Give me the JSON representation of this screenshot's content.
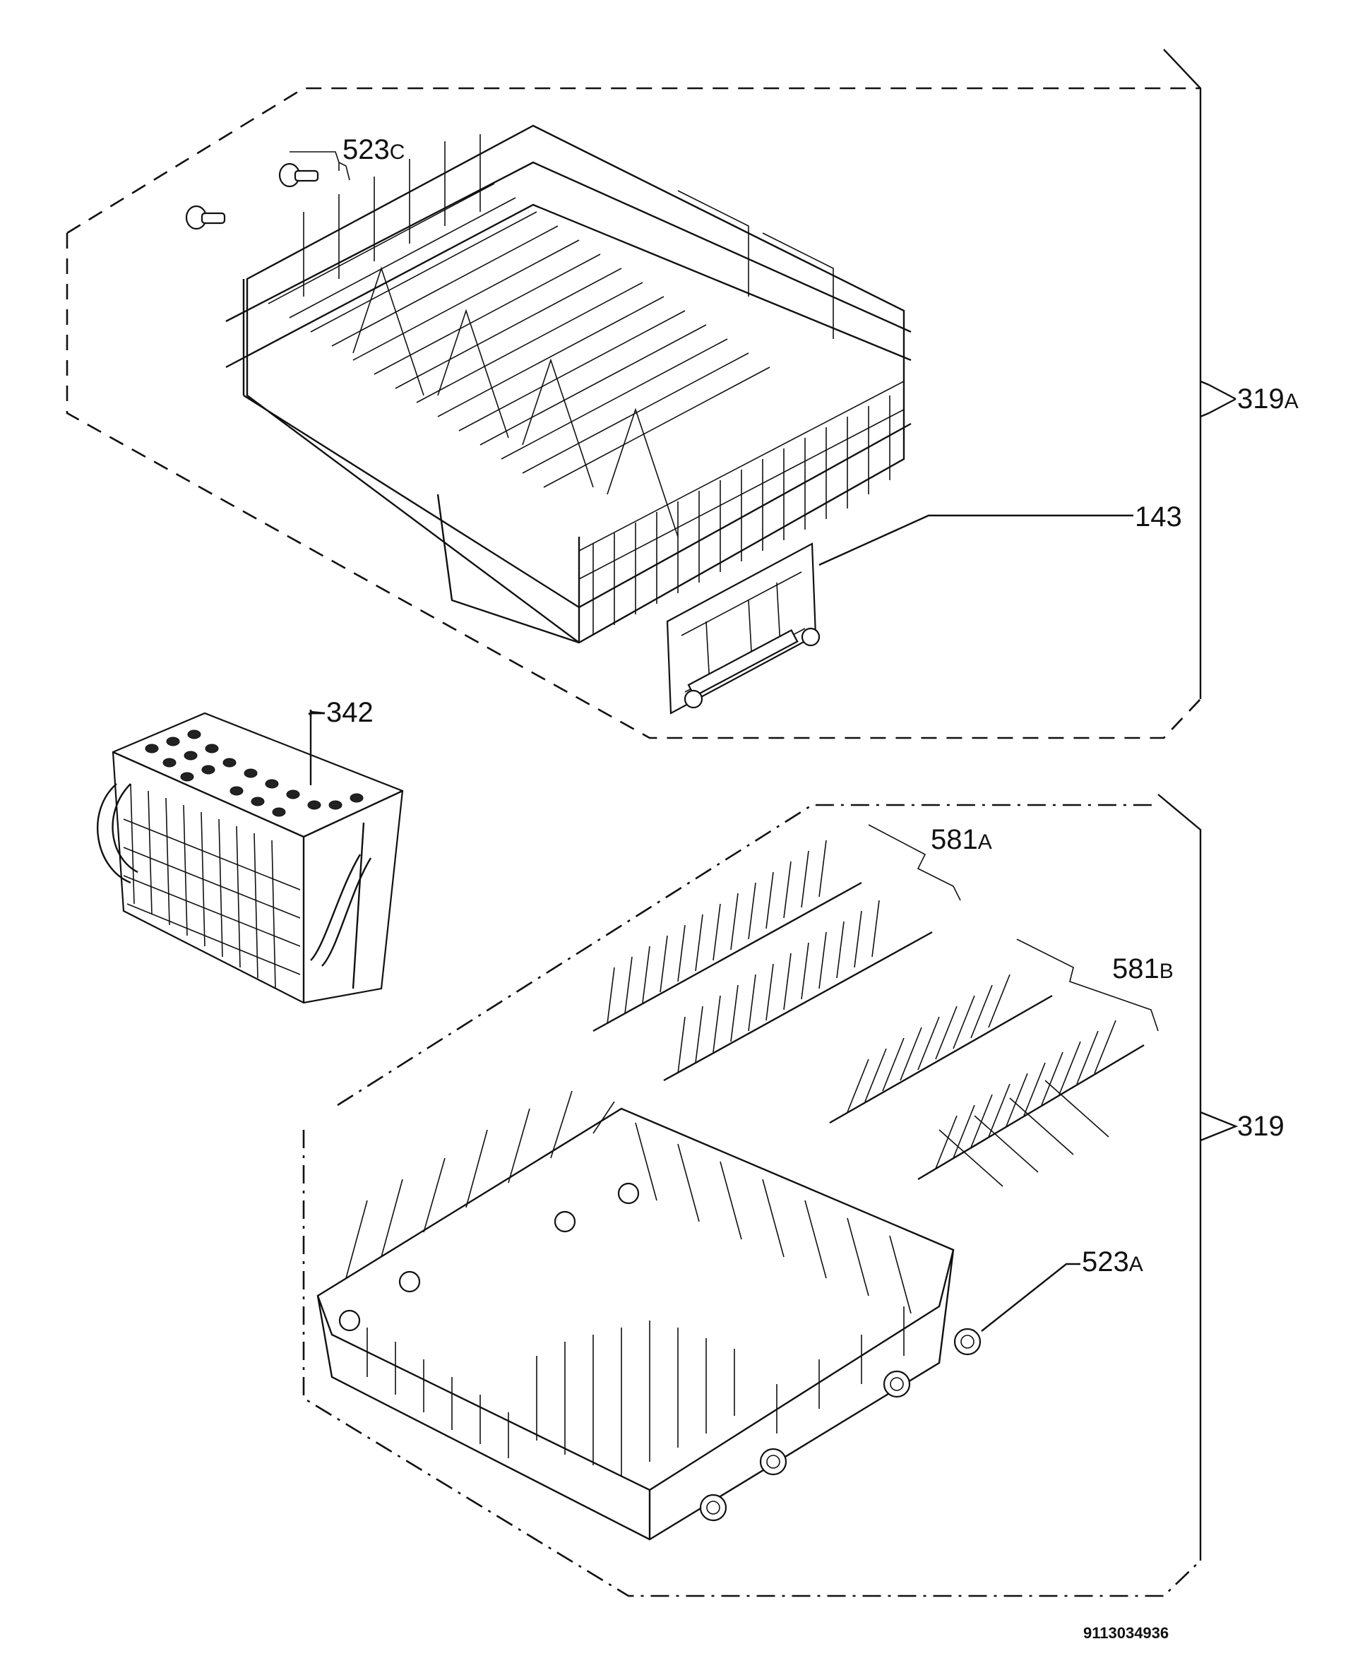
{
  "diagram": {
    "labels": [
      {
        "id": "523C",
        "num": "523",
        "suffix": "C"
      },
      {
        "id": "319A",
        "num": "319",
        "suffix": "A"
      },
      {
        "id": "143",
        "num": "143",
        "suffix": ""
      },
      {
        "id": "342",
        "num": "342",
        "suffix": ""
      },
      {
        "id": "581A",
        "num": "581",
        "suffix": "A"
      },
      {
        "id": "581B",
        "num": "581",
        "suffix": "B"
      },
      {
        "id": "319",
        "num": "319",
        "suffix": ""
      },
      {
        "id": "523A",
        "num": "523",
        "suffix": "A"
      }
    ],
    "document_code": "9113034936"
  }
}
